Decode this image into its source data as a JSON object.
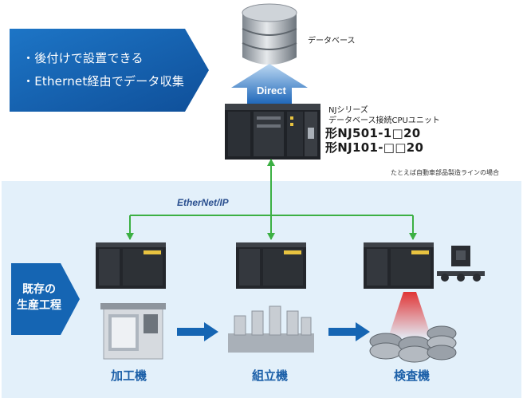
{
  "callout": {
    "items": [
      "・後付けで設置できる",
      "・Ethernet経由でデータ収集"
    ]
  },
  "database": {
    "label": "データベース"
  },
  "arrow": {
    "label": "Direct"
  },
  "cpu": {
    "series": "NJシリーズ",
    "desc": "データベース接続CPUユニット",
    "model1": "形NJ501-1□20",
    "model2": "形NJ101-□□20"
  },
  "example_note": "たとえば自動車部品製造ラインの場合",
  "network": {
    "label": "EtherNet/IP"
  },
  "existing": {
    "line1": "既存の",
    "line2": "生産工程"
  },
  "steps": [
    "加工機",
    "組立機",
    "検査機"
  ],
  "colors": {
    "callout_blue": "#1565b3",
    "panel": "#e3f0fa",
    "link_green": "#3cb043",
    "step_text": "#1b5fa8"
  }
}
